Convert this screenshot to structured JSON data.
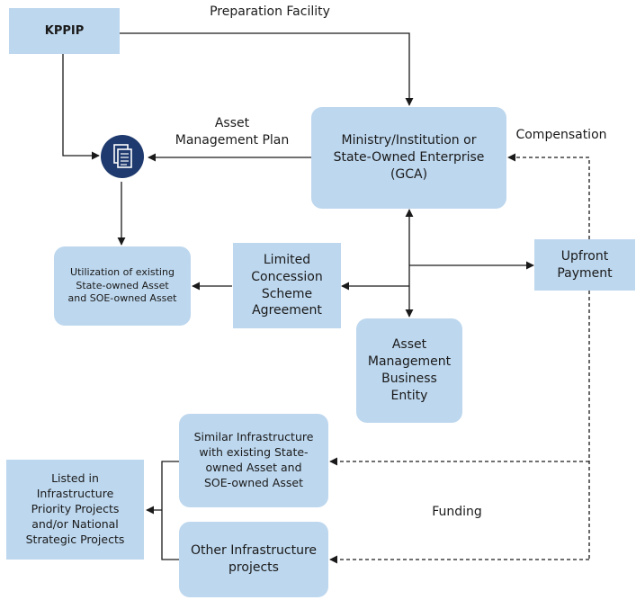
{
  "nodes": {
    "kppip": "KPPIP",
    "ministry": "Ministry/Institution or\nState-Owned Enterprise\n(GCA)",
    "utilization": "Utilization of existing\nState-owned Asset\nand SOE-owned Asset",
    "limited_concession": "Limited\nConcession\nScheme\nAgreement",
    "upfront_payment": "Upfront\nPayment",
    "asset_mgmt_entity": "Asset\nManagement\nBusiness\nEntity",
    "similar_infra": "Similar Infrastructure\nwith existing State-\nowned Asset and\nSOE-owned Asset",
    "listed": "Listed in\nInfrastructure\nPriority Projects\nand/or National\nStrategic Projects",
    "other_infra": "Other Infrastructure\nprojects"
  },
  "edge_labels": {
    "preparation_facility": "Preparation Facility",
    "asset_management_plan": "Asset\nManagement Plan",
    "compensation": "Compensation",
    "funding": "Funding"
  },
  "icons": {
    "document": "document-icon"
  },
  "colors": {
    "box_fill": "#bdd7ee",
    "icon_fill": "#1f3a6e",
    "line": "#1a1a1a"
  }
}
